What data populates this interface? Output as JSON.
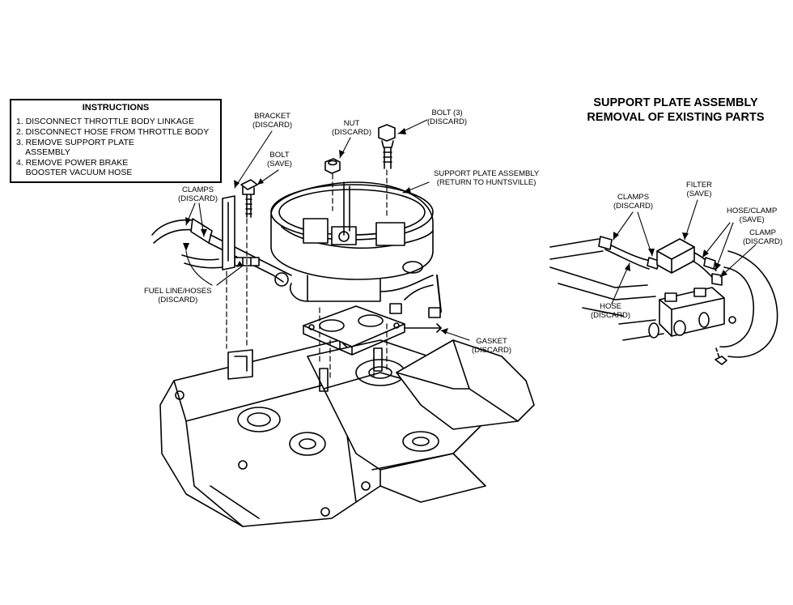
{
  "title": {
    "line1": "SUPPORT PLATE ASSEMBLY",
    "line2": "REMOVAL OF EXISTING PARTS"
  },
  "instructions": {
    "heading": "INSTRUCTIONS",
    "items": [
      "1. DISCONNECT THROTTLE BODY LINKAGE",
      "2. DISCONNECT HOSE FROM THROTTLE BODY",
      "3. REMOVE SUPPORT PLATE",
      "    ASSEMBLY",
      "4. REMOVE POWER BRAKE",
      "    BOOSTER VACUUM HOSE"
    ]
  },
  "callouts": {
    "bracket": [
      "BRACKET",
      "(DISCARD)"
    ],
    "nut": [
      "NUT",
      "(DISCARD)"
    ],
    "bolt3": [
      "BOLT (3)",
      "(DISCARD)"
    ],
    "bolt": [
      "BOLT",
      "(SAVE)"
    ],
    "clamps_left": [
      "CLAMPS",
      "(DISCARD)"
    ],
    "support_plate": [
      "SUPPORT PLATE ASSEMBLY",
      "(RETURN TO HUNTSVILLE)"
    ],
    "fuel_line": [
      "FUEL LINE/HOSES",
      "(DISCARD)"
    ],
    "gasket": [
      "GASKET",
      "(DISCARD)"
    ],
    "clamps_right": [
      "CLAMPS",
      "(DISCARD)"
    ],
    "filter": [
      "FILTER",
      "(SAVE)"
    ],
    "hose_clamp": [
      "HOSE/CLAMP",
      "(SAVE)"
    ],
    "clamp": [
      "CLAMP",
      "(DISCARD)"
    ],
    "hose": [
      "HOSE",
      "(DISCARD)"
    ]
  }
}
